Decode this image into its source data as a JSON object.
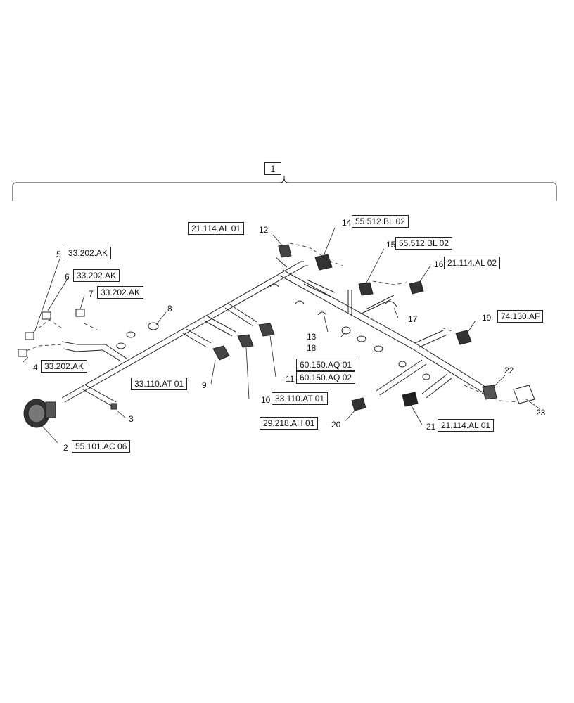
{
  "assembly": {
    "number": "1"
  },
  "callouts": {
    "c2": "2",
    "c3": "3",
    "c4": "4",
    "c5": "5",
    "c6": "6",
    "c7": "7",
    "c8": "8",
    "c9": "9",
    "c10": "10",
    "c11": "11",
    "c12": "12",
    "c13": "13",
    "c14": "14",
    "c15": "15",
    "c16": "16",
    "c17": "17",
    "c18": "18",
    "c19": "19",
    "c20": "20",
    "c21": "21",
    "c22": "22",
    "c23": "23"
  },
  "references": {
    "r2": "55.101.AC 06",
    "r4": "33.202.AK",
    "r5": "33.202.AK",
    "r6": "33.202.AK",
    "r7": "33.202.AK",
    "r9": "33.110.AT 01",
    "r10": "33.110.AT 01",
    "r11a": "60.150.AQ 01",
    "r11b": "60.150.AQ 02",
    "r12": "21.114.AL 01",
    "r14": "55.512.BL 02",
    "r15": "55.512.BL 02",
    "r16": "21.114.AL 02",
    "r19": "74.130.AF",
    "r20": "29.218.AH 01",
    "r21": "21.114.AL 01"
  }
}
